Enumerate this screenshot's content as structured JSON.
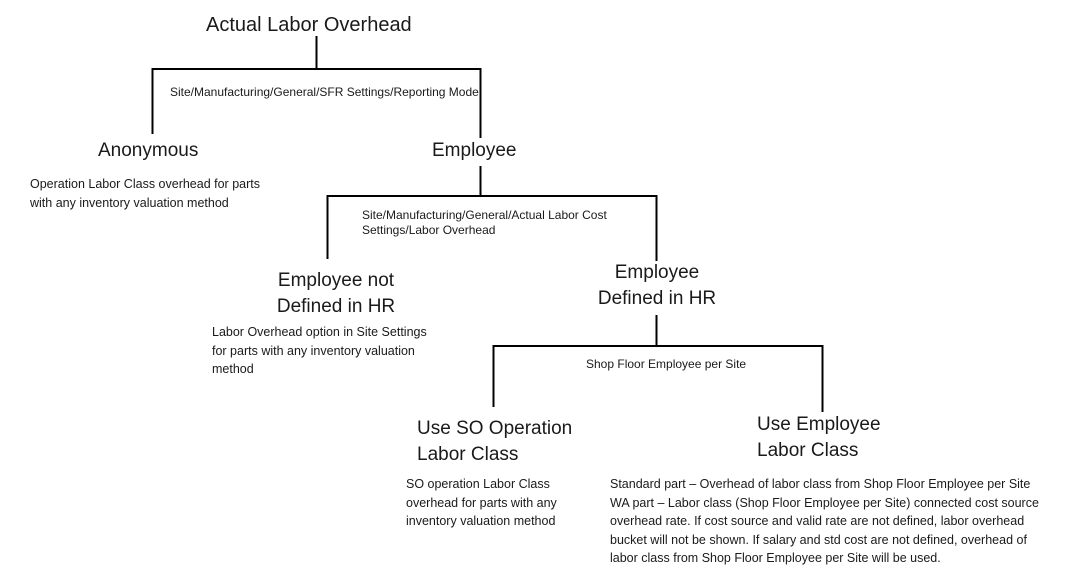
{
  "colors": {
    "background": "#ffffff",
    "text": "#1a1a1a",
    "line": "#000000"
  },
  "diagram": {
    "root": {
      "title": "Actual Labor Overhead"
    },
    "branch_reporting_mode": {
      "label": "Site/Manufacturing/General/SFR Settings/Reporting Mode"
    },
    "anonymous": {
      "heading": "Anonymous",
      "body": [
        "Operation Labor Class overhead for parts",
        "with any inventory valuation method"
      ]
    },
    "employee": {
      "heading": "Employee"
    },
    "branch_labor_overhead": {
      "label": [
        "Site/Manufacturing/General/Actual Labor Cost",
        "Settings/Labor Overhead"
      ]
    },
    "employee_not_defined": {
      "heading": [
        "Employee not",
        "Defined in HR"
      ],
      "body": [
        "Labor Overhead option in Site Settings",
        "for parts with any inventory valuation",
        "method"
      ]
    },
    "employee_defined": {
      "heading": [
        "Employee",
        "Defined in HR"
      ]
    },
    "branch_shop_floor": {
      "label": "Shop Floor Employee per Site"
    },
    "use_so_operation": {
      "heading": [
        "Use SO Operation",
        "Labor Class"
      ],
      "body": [
        "SO operation Labor Class",
        "overhead for parts with any",
        "inventory valuation method"
      ]
    },
    "use_employee": {
      "heading": [
        "Use Employee",
        "Labor Class"
      ],
      "body": [
        "Standard part – Overhead of labor class from Shop Floor Employee per Site",
        "WA part – Labor class (Shop Floor Employee per Site) connected cost source",
        "overhead rate. If cost source and valid rate are not defined, labor overhead",
        "bucket will not be shown. If salary and std cost are not defined, overhead of",
        "labor class from Shop Floor Employee per Site will be used."
      ]
    }
  }
}
